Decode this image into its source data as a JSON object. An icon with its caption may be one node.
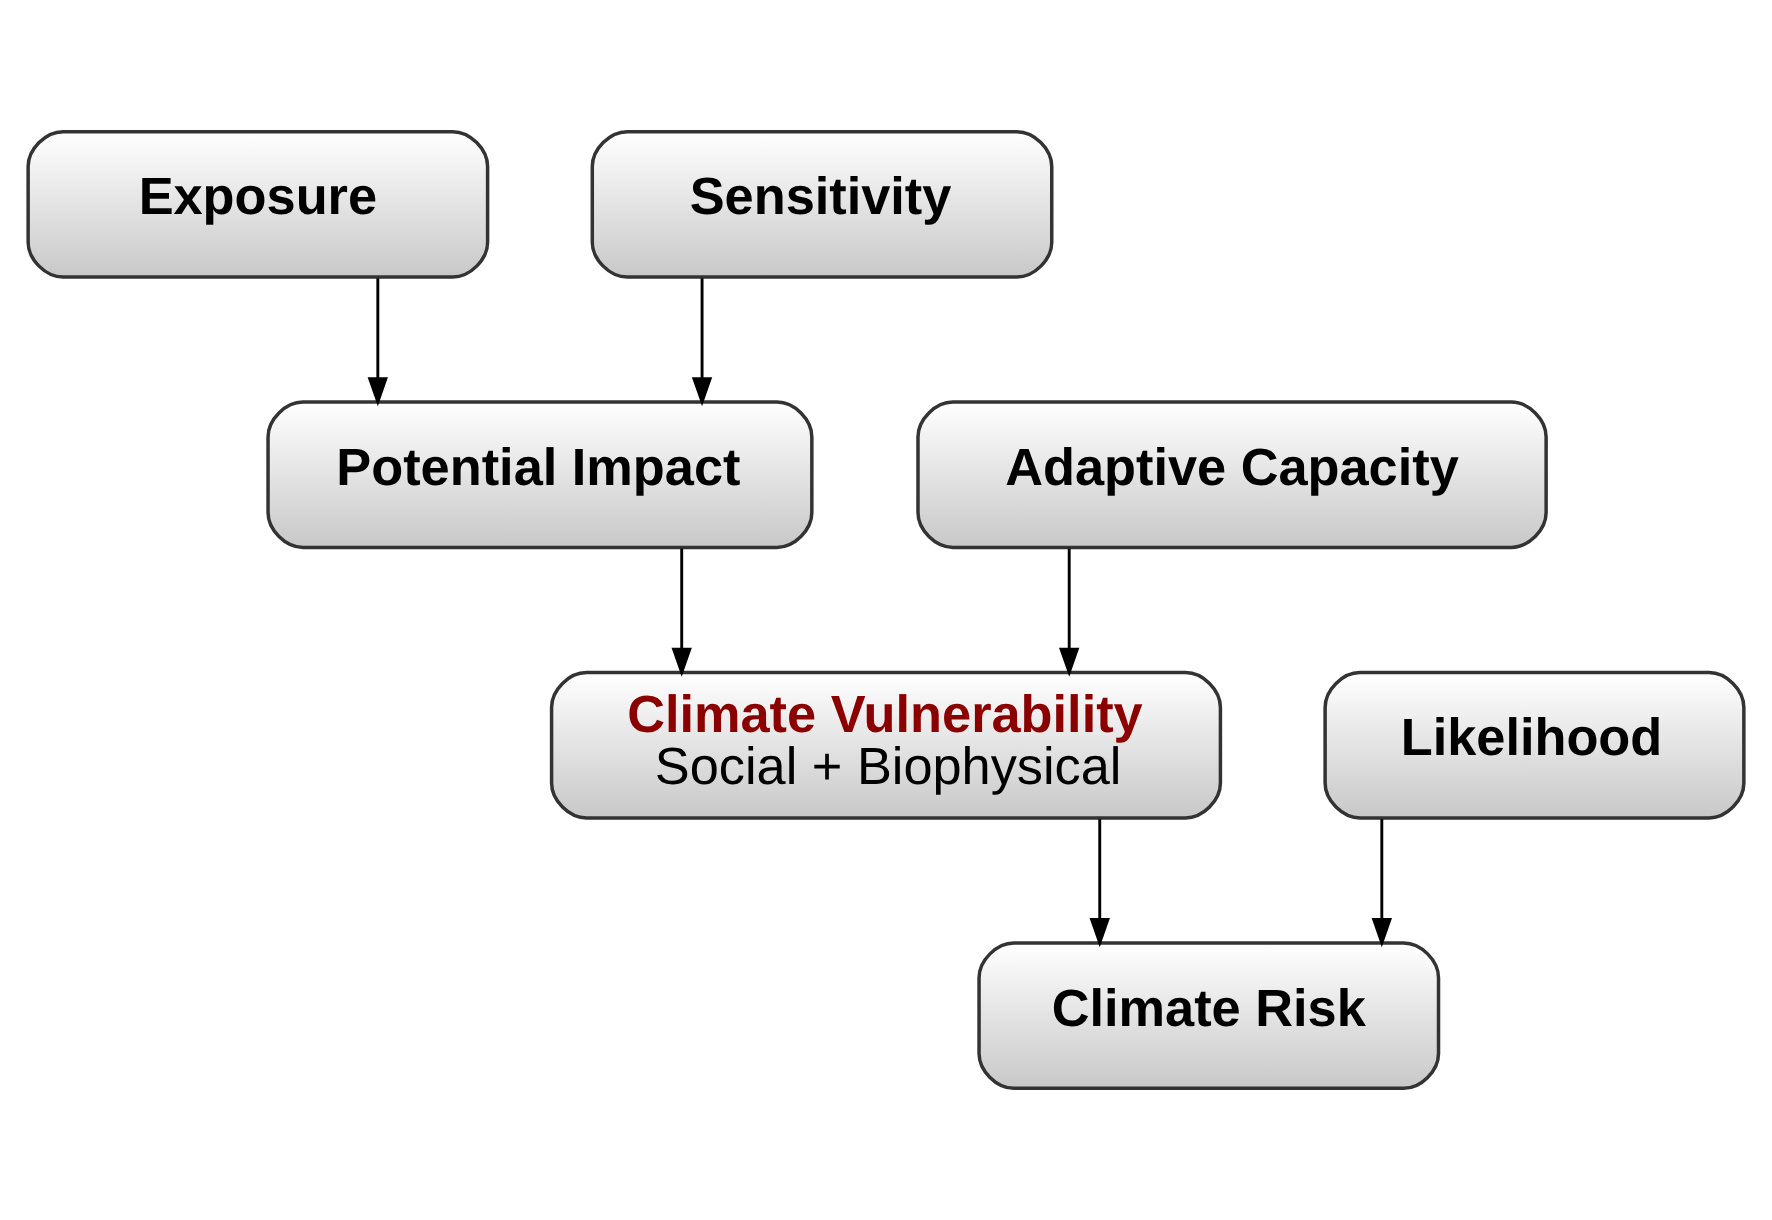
{
  "diagram": {
    "nodes": [
      {
        "text": [
          "Exposure"
        ]
      },
      {
        "text": [
          "Sensitivity"
        ]
      },
      {
        "text": [
          "Potential Impact"
        ]
      },
      {
        "text": [
          "Adaptive Capacity"
        ]
      },
      {
        "text": [
          "Climate Vulnerability",
          "Social + Biophysical"
        ]
      },
      {
        "text": [
          "Likelihood"
        ]
      },
      {
        "text": [
          "Climate Risk"
        ]
      }
    ],
    "edges": [
      {
        "from": 0,
        "to": 2,
        "arrow": "to"
      },
      {
        "from": 1,
        "to": 2,
        "arrow": "to"
      },
      {
        "from": 2,
        "to": 4,
        "arrow": "to"
      },
      {
        "from": 3,
        "to": 4,
        "arrow": "to"
      },
      {
        "from": 4,
        "to": 6,
        "arrow": "to"
      },
      {
        "from": 5,
        "to": 6,
        "arrow": "to"
      }
    ]
  }
}
